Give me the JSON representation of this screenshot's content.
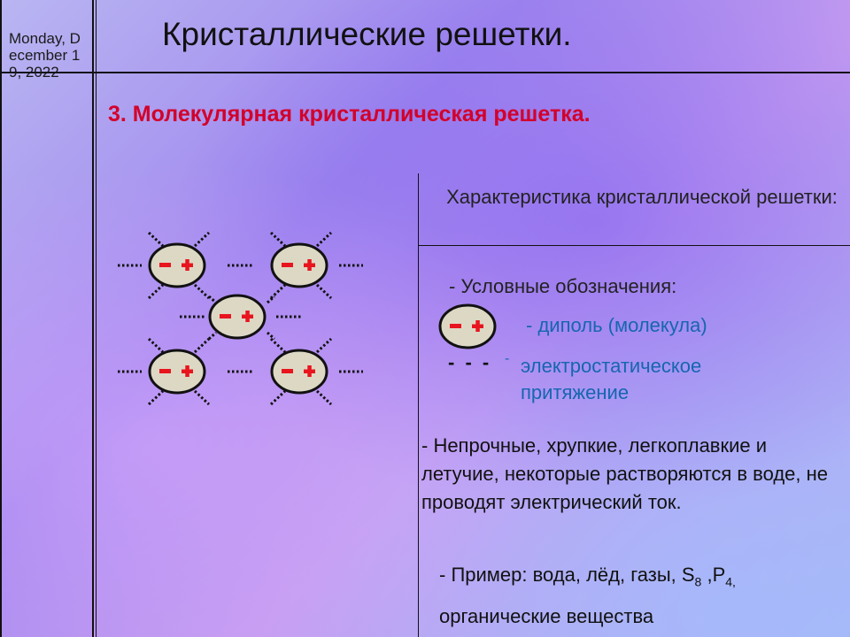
{
  "date": "Monday, December 19, 2022",
  "title": "Кристаллические решетки.",
  "subtitle": "3. Молекулярная кристаллическая решетка.",
  "characteristics_heading": "Характеристика кристаллической решетки:",
  "legend": {
    "label": "- Условные обозначения:",
    "dipole": "- диполь (молекула)",
    "attraction_dash": "- - -",
    "attraction_prefix": "-",
    "attraction": "электростатическое притяжение"
  },
  "properties": "- Непрочные, хрупкие, легкоплавкие и летучие, некоторые растворяются в воде, не проводят электрический ток.",
  "example": {
    "prefix": "- Пример: вода, лёд,  газы, S",
    "s_sub": "8",
    "mid": " ,P",
    "p_sub": "4,",
    "suffix": "органические вещества"
  },
  "dipole_signs": {
    "minus": "−",
    "plus": "+"
  },
  "colors": {
    "title_red": "#d3002a",
    "legend_blue": "#1666b0",
    "ellipse_fill": "#ddd8c4",
    "sign_red": "#e8141e"
  }
}
